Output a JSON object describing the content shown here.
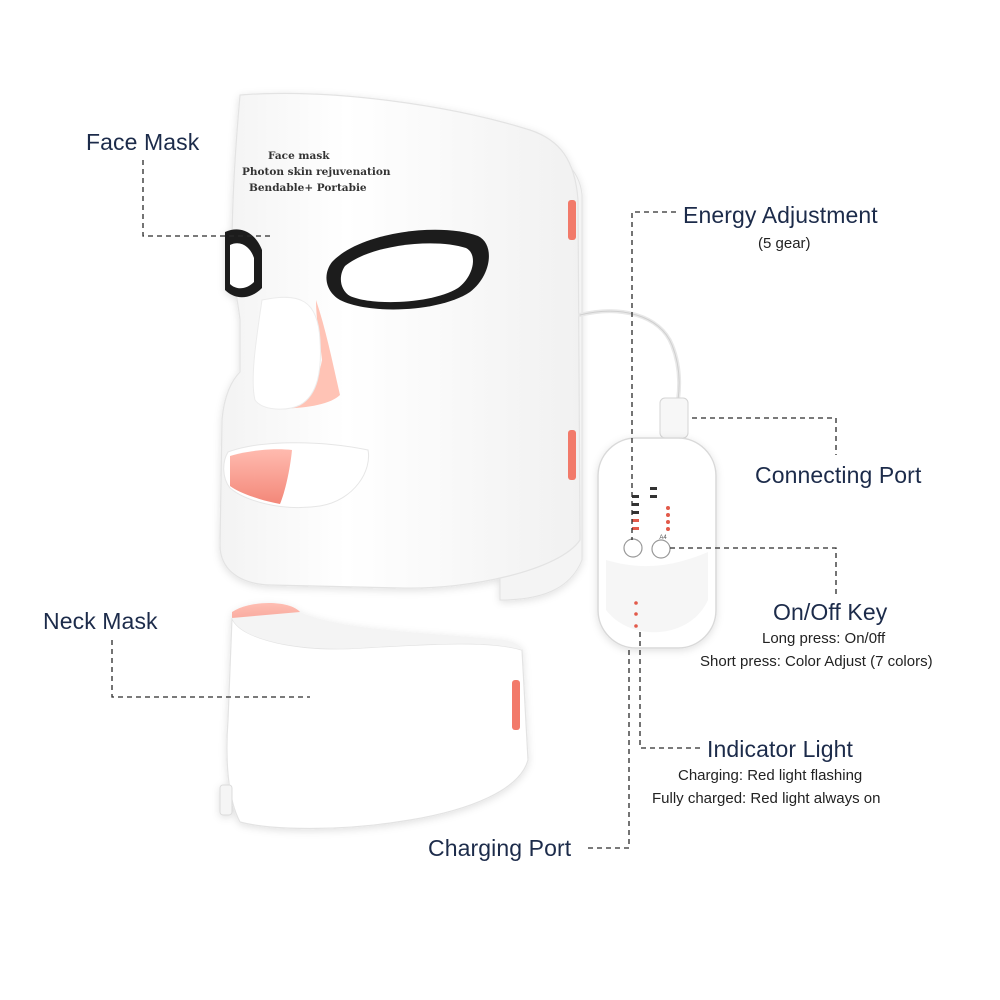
{
  "face_mask_printed_text": {
    "line1": "Face mask",
    "line2": "Photon skin rejuvenation",
    "line3": "Bendable+ Portabie"
  },
  "callouts": {
    "face_mask": {
      "title": "Face Mask"
    },
    "neck_mask": {
      "title": "Neck Mask"
    },
    "energy": {
      "title": "Energy Adjustment",
      "sub1": "(5 gear)"
    },
    "connecting_port": {
      "title": "Connecting Port"
    },
    "onoff": {
      "title": "On/Off Key",
      "sub1": "Long press: On/0ff",
      "sub2": "Short press: Color Adjust (7 colors)"
    },
    "indicator": {
      "title": "Indicator Light",
      "sub1": "Charging: Red light flashing",
      "sub2": "Fully charged: Red light always on"
    },
    "charging_port": {
      "title": "Charging Port"
    }
  },
  "controller_markings": {
    "button_a": "A4"
  },
  "colors": {
    "label": "#1c2b4a",
    "mask_white": "#ffffff",
    "led_red": "#f27a6a",
    "eye_rim": "#1a1a1a"
  }
}
